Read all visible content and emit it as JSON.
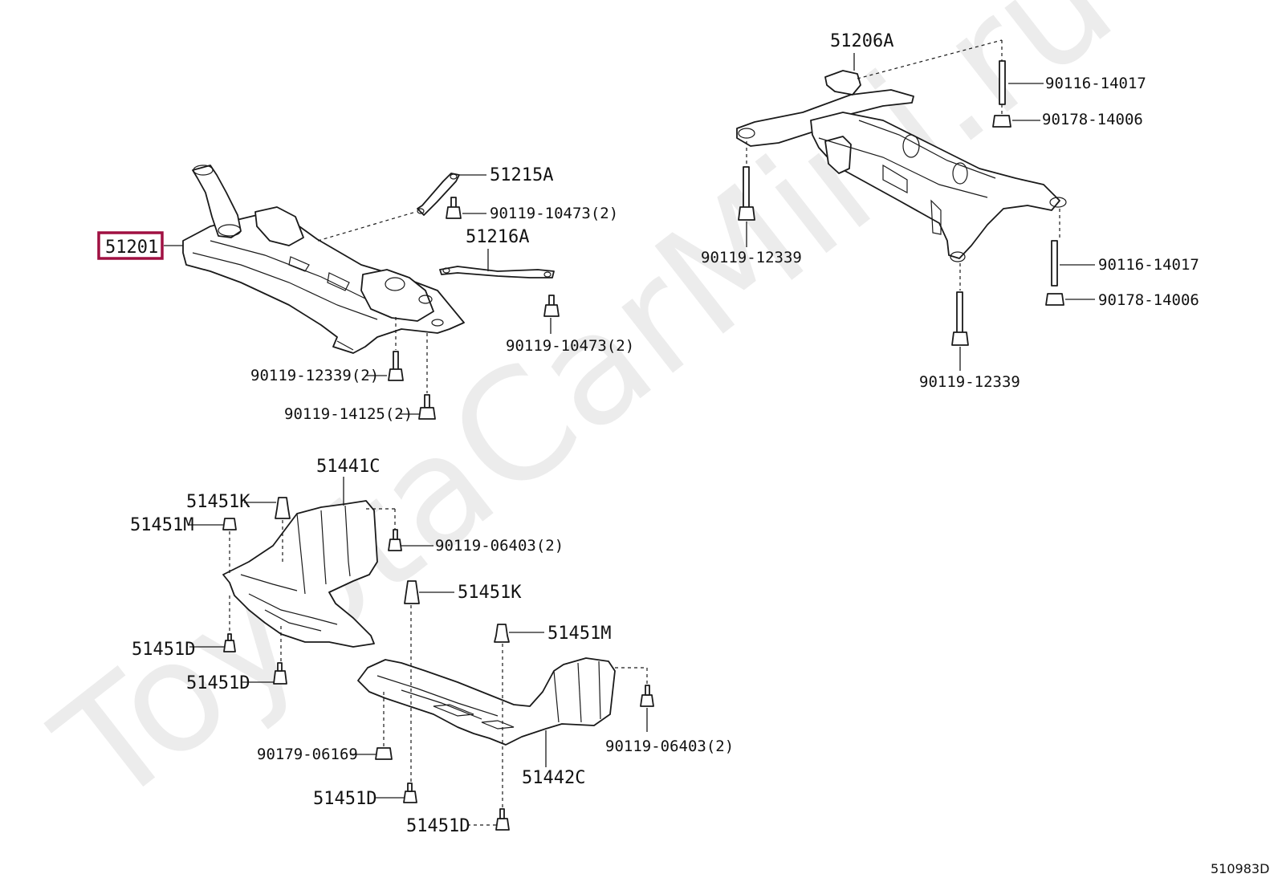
{
  "watermark": "ToyotaCarMini.ru",
  "diagram_id": "510983D",
  "highlight_color": "#a01042",
  "front_crossmember": {
    "main_part": "51201",
    "brace_upper": "51215A",
    "brace_upper_bolt": "90119-10473(2)",
    "brace_lower": "51216A",
    "brace_lower_bolt": "90119-10473(2)",
    "bolt_a": "90119-12339(2)",
    "bolt_b": "90119-14125(2)"
  },
  "rear_crossmember": {
    "main_part": "51206A",
    "stud_top": "90116-14017",
    "nut_top": "90178-14006",
    "stud_right": "90116-14017",
    "nut_right": "90178-14006",
    "bolt_left": "90119-12339",
    "bolt_center": "90119-12339"
  },
  "engine_cover_left": {
    "main_part": "51441C",
    "clip_k_top": "51451K",
    "clip_m_left": "51451M",
    "bolt_right": "90119-06403(2)",
    "screw_d_a": "51451D",
    "screw_d_b": "51451D"
  },
  "engine_cover_right": {
    "main_part": "51442C",
    "clip_k": "51451K",
    "clip_m": "51451M",
    "bolt_right": "90119-06403(2)",
    "nut": "90179-06169",
    "screw_d_a": "51451D",
    "screw_d_b": "51451D"
  }
}
